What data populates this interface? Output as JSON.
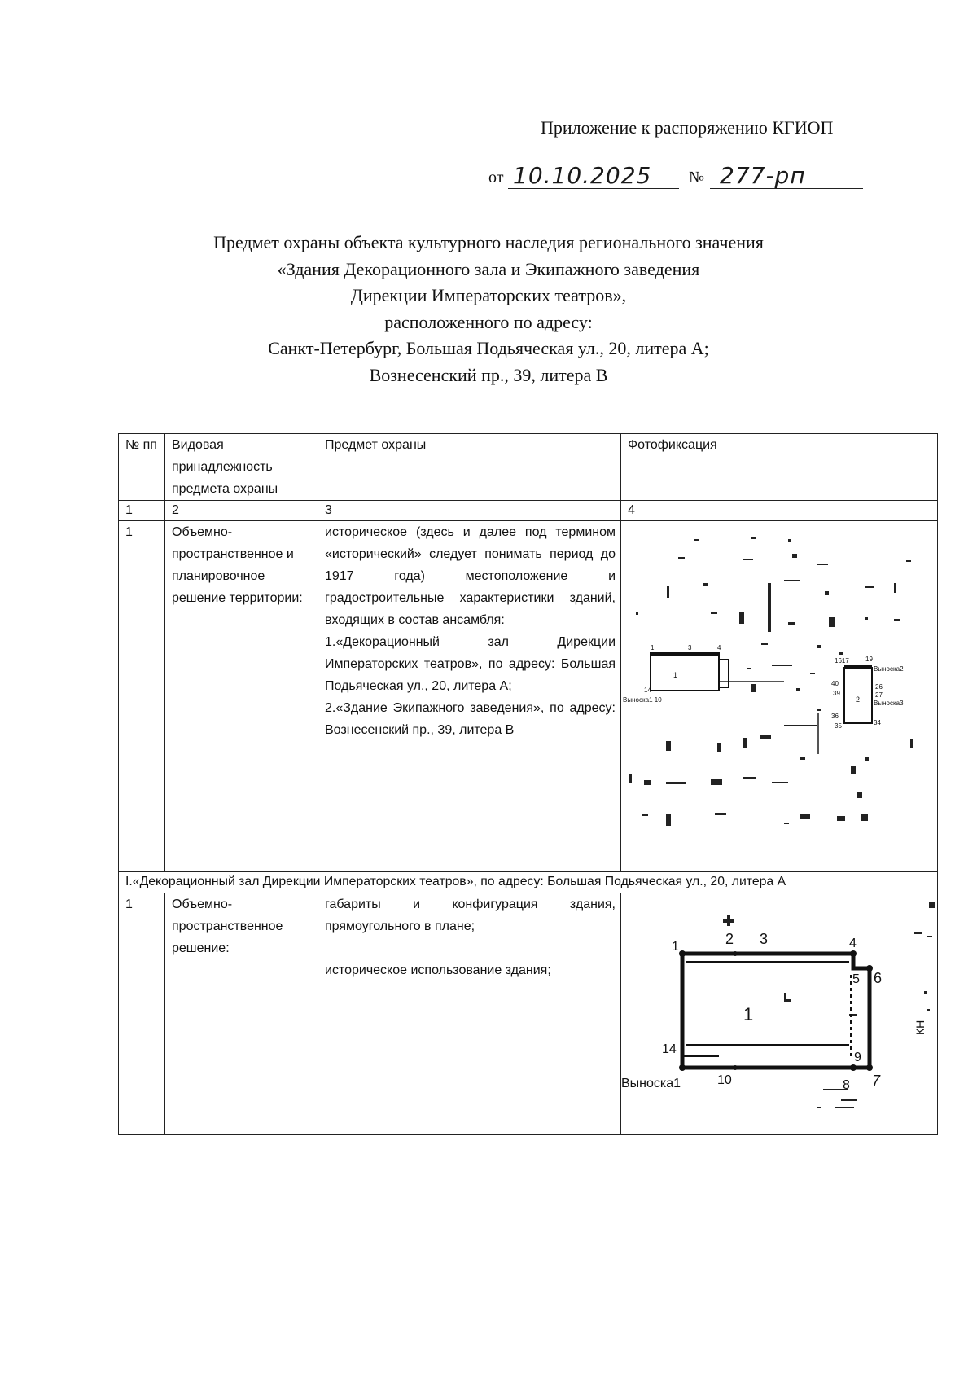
{
  "header": {
    "appendix": "Приложение к распоряжению КГИОП",
    "from_label": "от",
    "date": "10.10.2025",
    "number_label": "№",
    "number": "277-рп"
  },
  "title": {
    "line1": "Предмет охраны объекта культурного наследия регионального значения",
    "line2": "«Здания Декорационного зала и Экипажного заведения",
    "line3": "Дирекции Императорских театров»,",
    "line4": "расположенного по адресу:",
    "line5": "Санкт-Петербург, Большая Подьяческая ул., 20, литера А;",
    "line6": "Вознесенский пр., 39, литера В"
  },
  "table": {
    "headers": {
      "num": "№ пп",
      "type": "Видовая принадлежность предмета охраны",
      "subject": "Предмет охраны",
      "photo": "Фотофиксация"
    },
    "column_numbers": [
      "1",
      "2",
      "3",
      "4"
    ],
    "row1": {
      "num": "1",
      "type": "Объемно-пространственное и планировочное решение территории:",
      "p1": "историческое (здесь и далее под термином «исторический» следует понимать период до 1917 года) местоположение и градостроительные характеристики зданий, входящих в состав ансамбля:",
      "p2": "1.«Декорационный зал Дирекции Императорских театров», по адресу: Большая Подьяческая ул., 20, литера А;",
      "p3": "2.«Здание Экипажного заведения», по адресу: Вознесенский пр., 39, литера В"
    },
    "section1": {
      "title": "I.«Декорационный зал Дирекции Императорских театров», по адресу: Большая Подьяческая ул., 20, литера А"
    },
    "row2": {
      "num": "1",
      "type": "Объемно-пространственное решение:",
      "p1": "габариты и конфигурация здания, прямоугольного в плане;",
      "p2": "историческое использование здания;"
    }
  },
  "plan1": {
    "labels": {
      "p1": "1",
      "p2": "2",
      "p3": "3",
      "p4": "4",
      "p5": "5",
      "p6": "6",
      "p7": "7",
      "p8": "8",
      "p9": "9",
      "p10": "10",
      "p14": "14",
      "building": "1",
      "vynoska": "Вынoска1",
      "extra": "КН"
    }
  },
  "site_map": {
    "labels": {
      "p1": "1",
      "p3": "3",
      "p4": "4",
      "p14": "14",
      "p10": "Вынoска1 10",
      "b1": "1",
      "p1617": "1617",
      "p19": "19",
      "vyn2": "Вынoска2",
      "p26": "26",
      "p27": "27",
      "vyn3": "Вынoска3",
      "p34": "34",
      "p35": "35",
      "p36": "36",
      "p39": "39",
      "p40": "40",
      "b2": "2"
    }
  }
}
